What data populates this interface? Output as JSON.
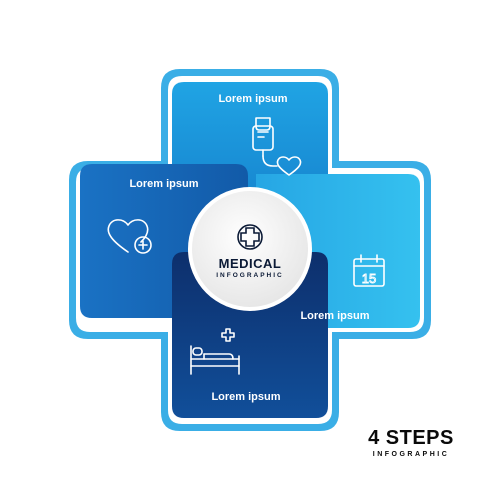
{
  "steps": [
    {
      "label": "Lorem ipsum",
      "icon": "iv-drip-heart-icon",
      "color": "#1a8fd6"
    },
    {
      "label": "Lorem ipsum",
      "icon": "heart-plus-icon",
      "color": "#1465b4"
    },
    {
      "label": "Lorem ipsum",
      "icon": "calendar-icon",
      "color": "#28b2e8"
    },
    {
      "label": "Lorem ipsum",
      "icon": "hospital-bed-icon",
      "color": "#0e3f86"
    }
  ],
  "calendar_day": "15",
  "center": {
    "title": "MEDICAL",
    "subtitle": "INFOGRAPHIC",
    "icon": "medical-cross-icon"
  },
  "footer": {
    "title": "4 STEPS",
    "subtitle": "INFOGRAPHIC"
  },
  "colors": {
    "outline": "#38aee6",
    "outline_inner": "#ffffff",
    "center_fill": "#f2f2f2"
  }
}
